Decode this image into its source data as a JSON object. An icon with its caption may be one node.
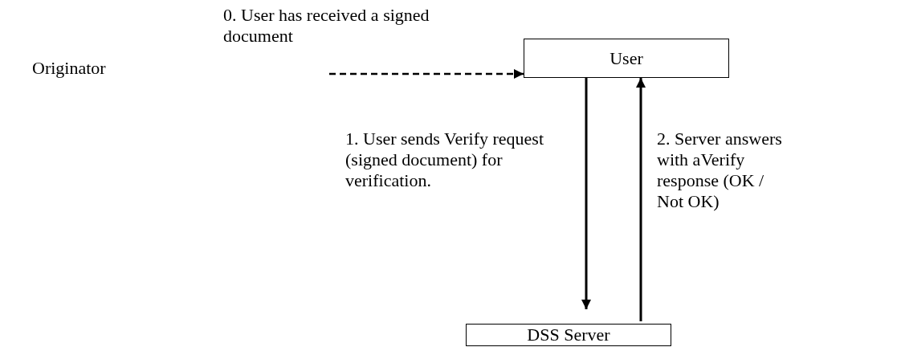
{
  "diagram": {
    "nodes": [
      {
        "text": [
          "User"
        ]
      },
      {
        "text": [
          "DSS Server"
        ]
      }
    ],
    "edges": [
      {
        "from": null,
        "to": 0,
        "arrow": "to",
        "style": "dashed",
        "label": "0. User has received a signed document"
      },
      {
        "from": 0,
        "to": 1,
        "arrow": "to",
        "label": "1. User sends Verify request (signed document) for verification."
      },
      {
        "from": 1,
        "to": 0,
        "arrow": "to",
        "label": "2. Server answers with aVerify response (OK / Not OK)"
      }
    ],
    "labels": [
      "Originator"
    ]
  }
}
